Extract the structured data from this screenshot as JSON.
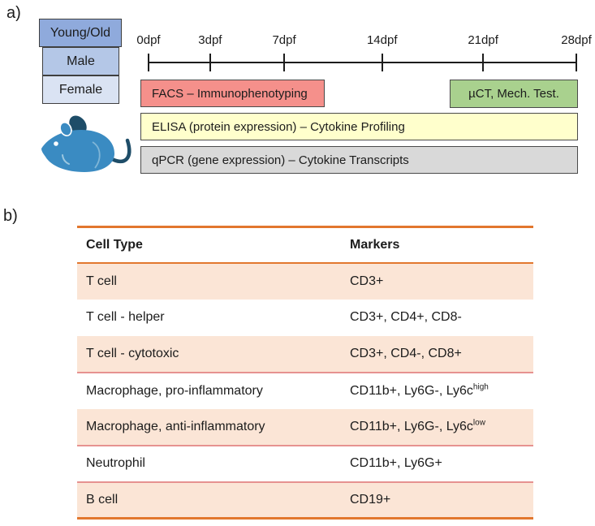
{
  "colors": {
    "young_old_bg": "#8FAADC",
    "male_bg": "#B4C7E7",
    "female_bg": "#DAE3F3",
    "facs_bg": "#F5908B",
    "uct_bg": "#A9D18E",
    "elisa_bg": "#FFFFCC",
    "qpcr_bg": "#D9D9D9",
    "table_accent": "#E2772E",
    "row_band": "#FBE5D6",
    "row_separator": "#E69290",
    "mouse_body": "#3A8BC2",
    "mouse_dark": "#1E4D68"
  },
  "panel_a": {
    "label": "a)",
    "cohorts": [
      {
        "label": "Young/Old"
      },
      {
        "label": "Male"
      },
      {
        "label": "Female"
      }
    ],
    "mouse_icon": "mouse-icon",
    "timeline": {
      "ticks": [
        "0dpf",
        "3dpf",
        "7dpf",
        "14dpf",
        "21dpf",
        "28dpf"
      ]
    },
    "assays": [
      {
        "label": "FACS – Immunophenotyping"
      },
      {
        "label": "µCT, Mech. Test."
      },
      {
        "label": "ELISA (protein expression) – Cytokine Profiling"
      },
      {
        "label": "qPCR (gene expression) – Cytokine Transcripts"
      }
    ]
  },
  "panel_b": {
    "label": "b)",
    "table": {
      "headers": [
        "Cell Type",
        "Markers"
      ],
      "rows": [
        {
          "cell_type": "T cell",
          "markers": {
            "base": "CD3+",
            "sup": ""
          }
        },
        {
          "cell_type": "T cell - helper",
          "markers": {
            "base": "CD3+, CD4+, CD8-",
            "sup": ""
          }
        },
        {
          "cell_type": "T cell - cytotoxic",
          "markers": {
            "base": "CD3+, CD4-, CD8+",
            "sup": ""
          }
        },
        {
          "cell_type": "Macrophage, pro-inflammatory",
          "markers": {
            "base": "CD11b+, Ly6G-, Ly6c",
            "sup": "high"
          }
        },
        {
          "cell_type": "Macrophage, anti-inflammatory",
          "markers": {
            "base": "CD11b+, Ly6G-, Ly6c",
            "sup": "low"
          }
        },
        {
          "cell_type": "Neutrophil",
          "markers": {
            "base": "CD11b+, Ly6G+",
            "sup": ""
          }
        },
        {
          "cell_type": "B cell",
          "markers": {
            "base": "CD19+",
            "sup": ""
          }
        }
      ]
    }
  }
}
